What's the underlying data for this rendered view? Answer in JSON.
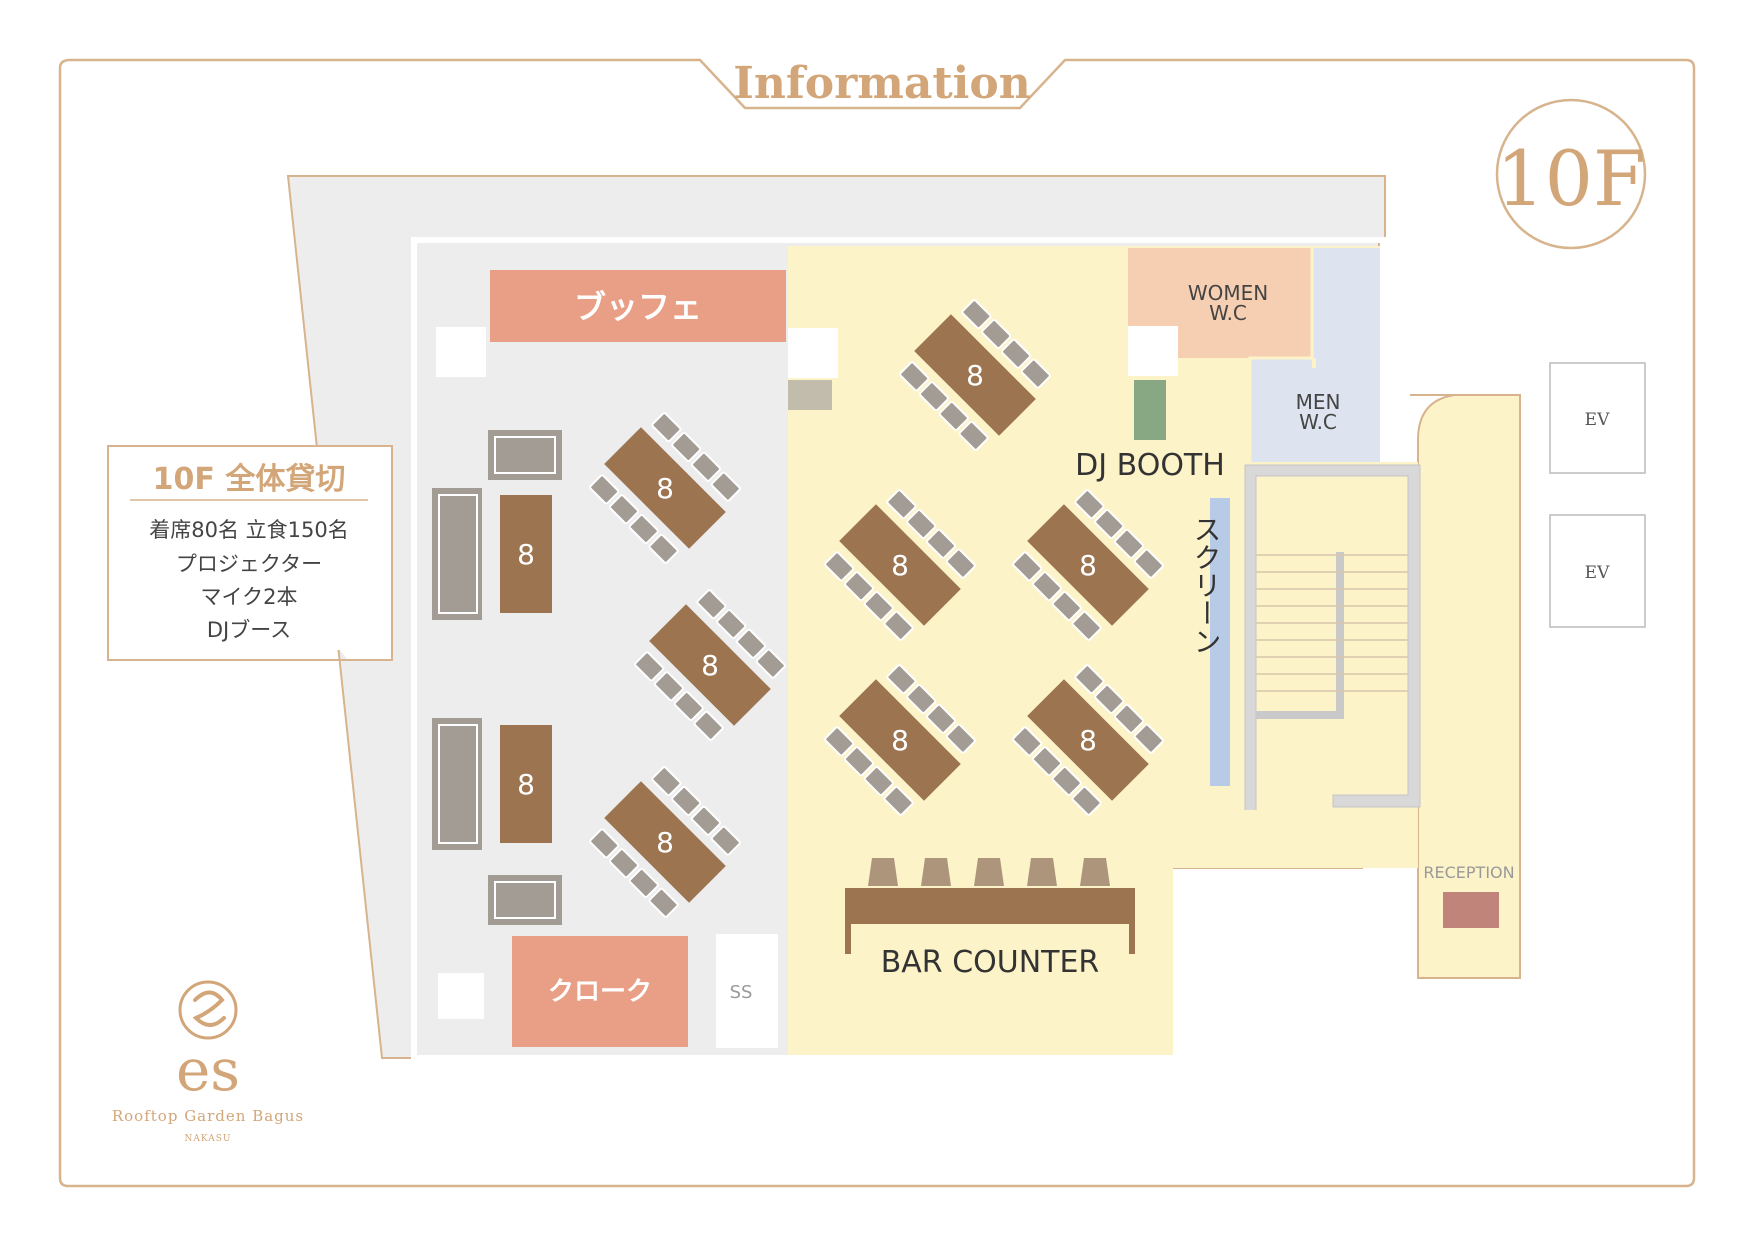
{
  "header": {
    "title": "Information",
    "floor_badge": "10F"
  },
  "info_box": {
    "title": "10F 全体貸切",
    "lines": [
      "着席80名 立食150名",
      "プロジェクター",
      "マイク2本",
      "DJブース"
    ]
  },
  "areas": {
    "buffet": "ブッフェ",
    "cloak": "クローク",
    "ss": "SS",
    "women_wc_1": "WOMEN",
    "women_wc_2": "W.C",
    "men_wc_1": "MEN",
    "men_wc_2": "W.C",
    "dj_booth": "DJ BOOTH",
    "screen": "スクリーン",
    "bar_counter": "BAR COUNTER",
    "reception": "RECEPTION",
    "ev_1": "EV",
    "ev_2": "EV"
  },
  "tables": {
    "seat_label": "8"
  },
  "logo": {
    "mark": "es",
    "name": "Rooftop Garden Bagus",
    "sub": "NAKASU"
  },
  "colors": {
    "accent_gold": "#d2a678",
    "table_brown": "#9c7450",
    "chair_gray": "#a39c95",
    "salmon": "#e89f86",
    "grey_zone": "#eeeeef",
    "yellow_zone": "#fdf3c9",
    "women_wc": "#f6cfb2",
    "men_wc": "#dde4ef",
    "screen_blue": "#b8cbe6",
    "dj_green": "#88a884",
    "reception_red": "#c0847a"
  }
}
